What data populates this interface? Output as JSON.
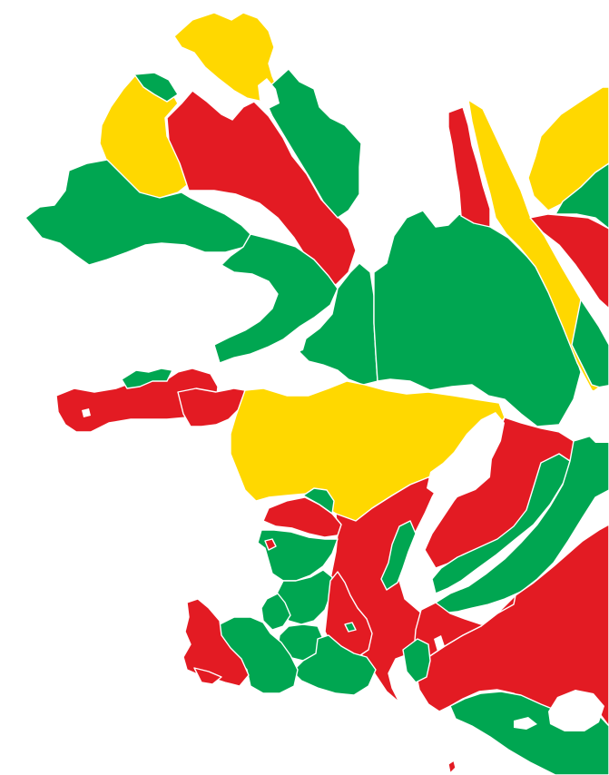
{
  "map": {
    "subject": "choropleth-map-of-western-iceland-municipalities",
    "colors": {
      "green": "#00A651",
      "red": "#E31B23",
      "yellow": "#FFD800",
      "background": "#FFFFFF",
      "border": "#FFFFFF"
    },
    "category_by_color": [
      "green",
      "red",
      "yellow"
    ]
  }
}
